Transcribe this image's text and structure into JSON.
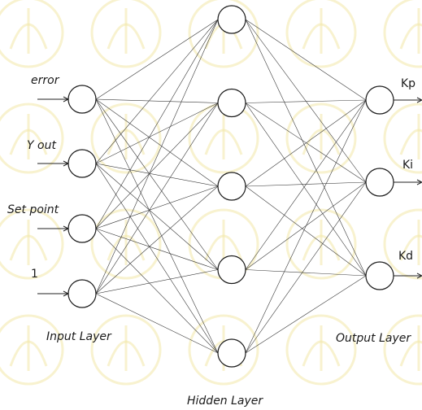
{
  "diagram": {
    "inputs": [
      {
        "label": "error",
        "italic": true
      },
      {
        "label": "Y out",
        "italic": true
      },
      {
        "label": "Set point",
        "italic": true
      },
      {
        "label": "1",
        "italic": false
      }
    ],
    "hidden_count": 5,
    "outputs": [
      {
        "label": "Kp"
      },
      {
        "label": "Ki"
      },
      {
        "label": "Kd"
      }
    ],
    "layer_labels": {
      "input": "Input Layer",
      "hidden": "Hidden Layer",
      "output": "Output Layer"
    },
    "colors": {
      "node_stroke": "#1a1a1a",
      "connection": "#3a3a3a",
      "watermark": "#f3e7a8"
    }
  }
}
